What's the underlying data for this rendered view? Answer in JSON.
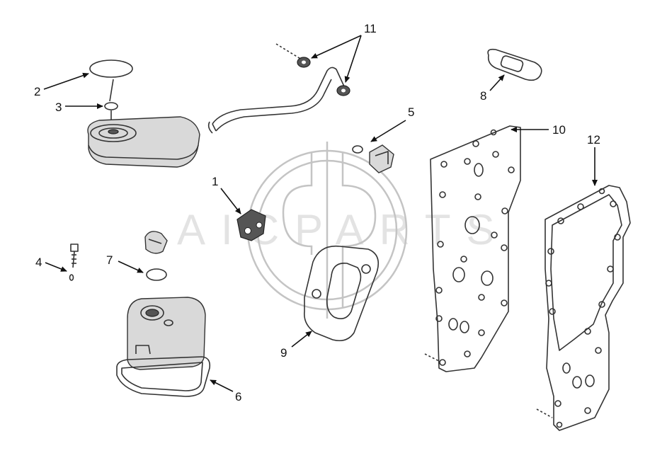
{
  "diagram": {
    "callouts": {
      "c1": "1",
      "c2": "2",
      "c3": "3",
      "c4": "4",
      "c5": "5",
      "c6": "6",
      "c7": "7",
      "c8": "8",
      "c9": "9",
      "c10": "10",
      "c11": "11",
      "c12": "12"
    },
    "watermark": "AICPARTS"
  }
}
